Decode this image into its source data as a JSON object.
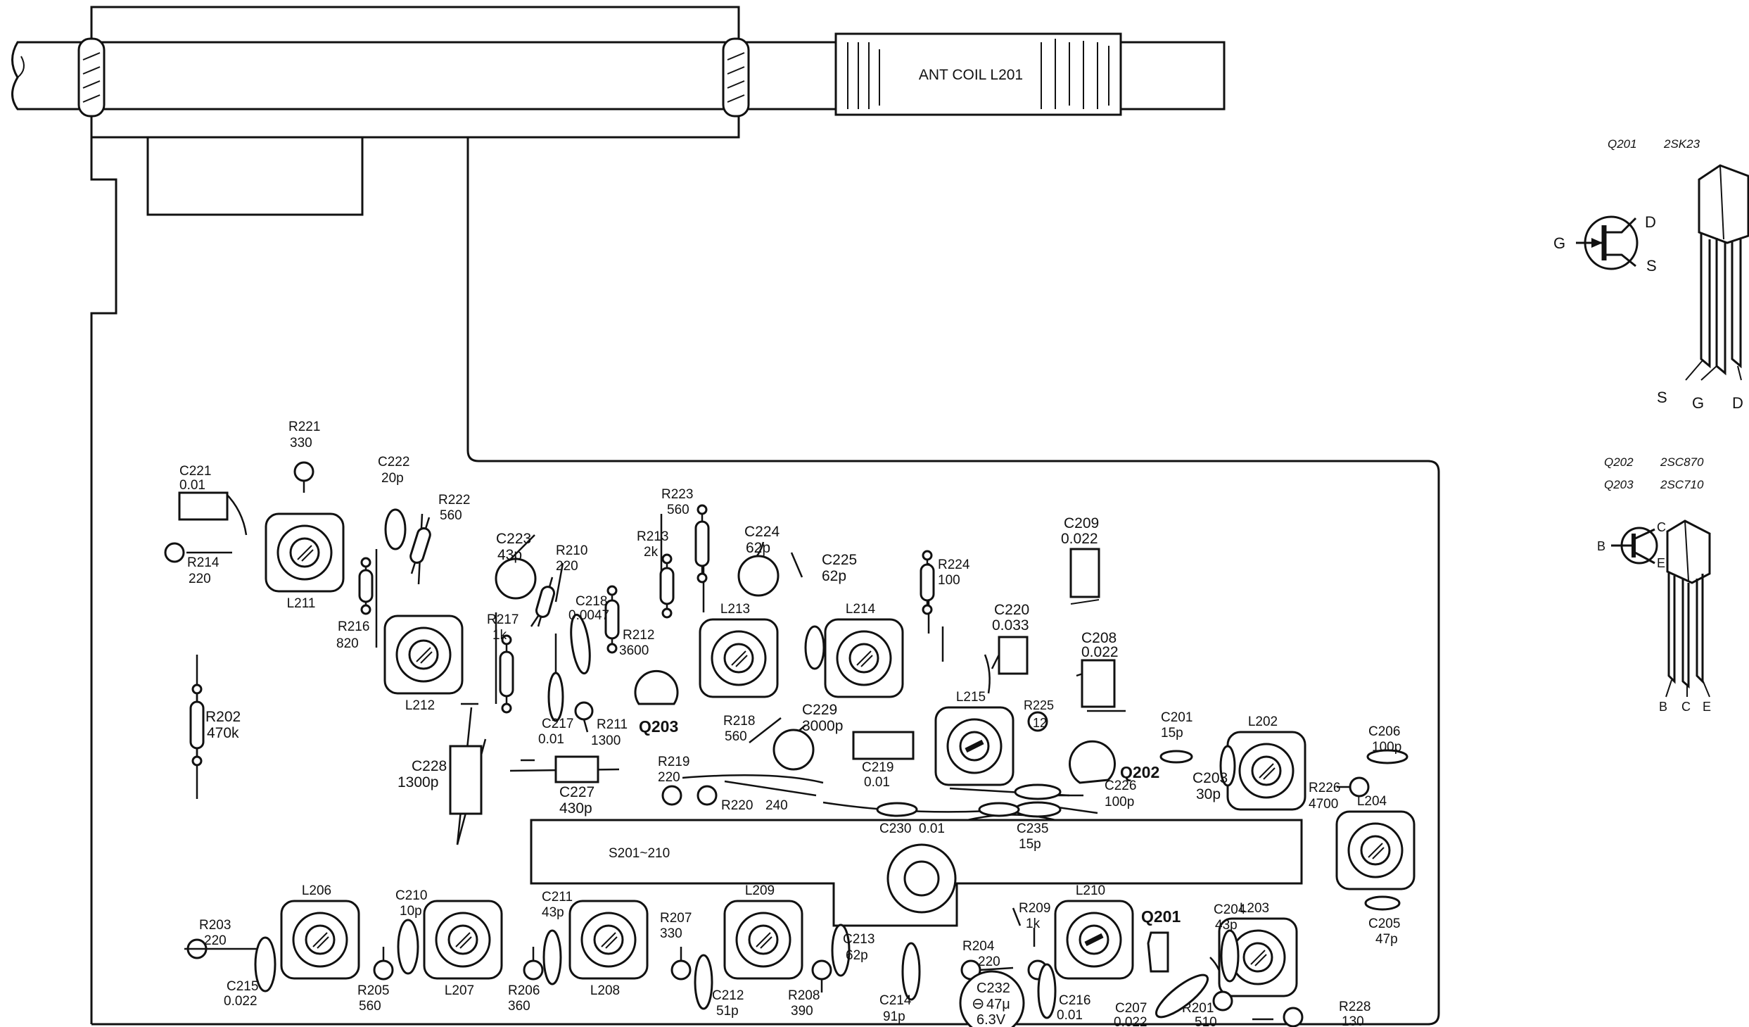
{
  "antenna": {
    "coil_label": "ANT COIL  L201"
  },
  "switch": {
    "label": "S201~210"
  },
  "transistor_info": {
    "fet": {
      "ref": "Q201",
      "type": "2SK23",
      "gate": "G",
      "drain": "D",
      "source": "S",
      "pins": [
        "S",
        "G",
        "D"
      ]
    },
    "bjt": {
      "ref1": "Q202",
      "type1": "2SC870",
      "ref2": "Q203",
      "type2": "2SC710",
      "base": "B",
      "collector": "C",
      "emitter": "E",
      "pins": [
        "B",
        "C",
        "E"
      ]
    }
  },
  "transistors": [
    {
      "ref": "Q203"
    },
    {
      "ref": "Q202"
    },
    {
      "ref": "Q201"
    }
  ],
  "coils": [
    {
      "ref": "L211"
    },
    {
      "ref": "L212"
    },
    {
      "ref": "L213"
    },
    {
      "ref": "L214"
    },
    {
      "ref": "L215"
    },
    {
      "ref": "L202"
    },
    {
      "ref": "L204"
    },
    {
      "ref": "L206"
    },
    {
      "ref": "L207"
    },
    {
      "ref": "L208"
    },
    {
      "ref": "L209"
    },
    {
      "ref": "L210"
    },
    {
      "ref": "L203"
    }
  ],
  "resistors": [
    {
      "ref": "R221",
      "value": "330"
    },
    {
      "ref": "R214",
      "value": "220"
    },
    {
      "ref": "R222",
      "value": "560"
    },
    {
      "ref": "R216",
      "value": "820"
    },
    {
      "ref": "R202",
      "value": "470k"
    },
    {
      "ref": "R210",
      "value": "220"
    },
    {
      "ref": "R217",
      "value": "1k"
    },
    {
      "ref": "R223",
      "value": "560"
    },
    {
      "ref": "R213",
      "value": "2k"
    },
    {
      "ref": "R212",
      "value": "3600"
    },
    {
      "ref": "R224",
      "value": "100"
    },
    {
      "ref": "R211",
      "value": "1300"
    },
    {
      "ref": "R218",
      "value": "560"
    },
    {
      "ref": "R219",
      "value": "220"
    },
    {
      "ref": "R220",
      "value": "240"
    },
    {
      "ref": "R225",
      "value": "12"
    },
    {
      "ref": "R226",
      "value": "4700"
    },
    {
      "ref": "R203",
      "value": "220"
    },
    {
      "ref": "R205",
      "value": "560"
    },
    {
      "ref": "R206",
      "value": "360"
    },
    {
      "ref": "R207",
      "value": "330"
    },
    {
      "ref": "R208",
      "value": "390"
    },
    {
      "ref": "R204",
      "value": "220"
    },
    {
      "ref": "R209",
      "value": "1k"
    },
    {
      "ref": "R201",
      "value": "510"
    },
    {
      "ref": "R228",
      "value": "130"
    }
  ],
  "capacitors": [
    {
      "ref": "C221",
      "value": "0.01"
    },
    {
      "ref": "C222",
      "value": "20p"
    },
    {
      "ref": "C223",
      "value": "43p"
    },
    {
      "ref": "C218",
      "value": "0.0047"
    },
    {
      "ref": "C224",
      "value": "62p"
    },
    {
      "ref": "C225",
      "value": "62p"
    },
    {
      "ref": "C209",
      "value": "0.022"
    },
    {
      "ref": "C220",
      "value": "0.033"
    },
    {
      "ref": "C208",
      "value": "0.022"
    },
    {
      "ref": "C217",
      "value": "0.01"
    },
    {
      "ref": "C229",
      "value": "3000p"
    },
    {
      "ref": "C228",
      "value": "1300p"
    },
    {
      "ref": "C227",
      "value": "430p"
    },
    {
      "ref": "C219",
      "value": "0.01"
    },
    {
      "ref": "C201",
      "value": "15p"
    },
    {
      "ref": "C206",
      "value": "100p"
    },
    {
      "ref": "C203",
      "value": "30p"
    },
    {
      "ref": "C226",
      "value": "100p"
    },
    {
      "ref": "C230",
      "value": "0.01"
    },
    {
      "ref": "C235",
      "value": "15p"
    },
    {
      "ref": "C205",
      "value": "47p"
    },
    {
      "ref": "C215",
      "value": "0.022"
    },
    {
      "ref": "C210",
      "value": "10p"
    },
    {
      "ref": "C211",
      "value": "43p"
    },
    {
      "ref": "C213",
      "value": "62p"
    },
    {
      "ref": "C212",
      "value": "51p"
    },
    {
      "ref": "C214",
      "value": "91p"
    },
    {
      "ref": "C232",
      "value": "47μ",
      "voltage": "6.3V",
      "polarity": "⊖"
    },
    {
      "ref": "C216",
      "value": "0.01"
    },
    {
      "ref": "C204",
      "value": "43p"
    },
    {
      "ref": "C207",
      "value": "0.022"
    }
  ]
}
